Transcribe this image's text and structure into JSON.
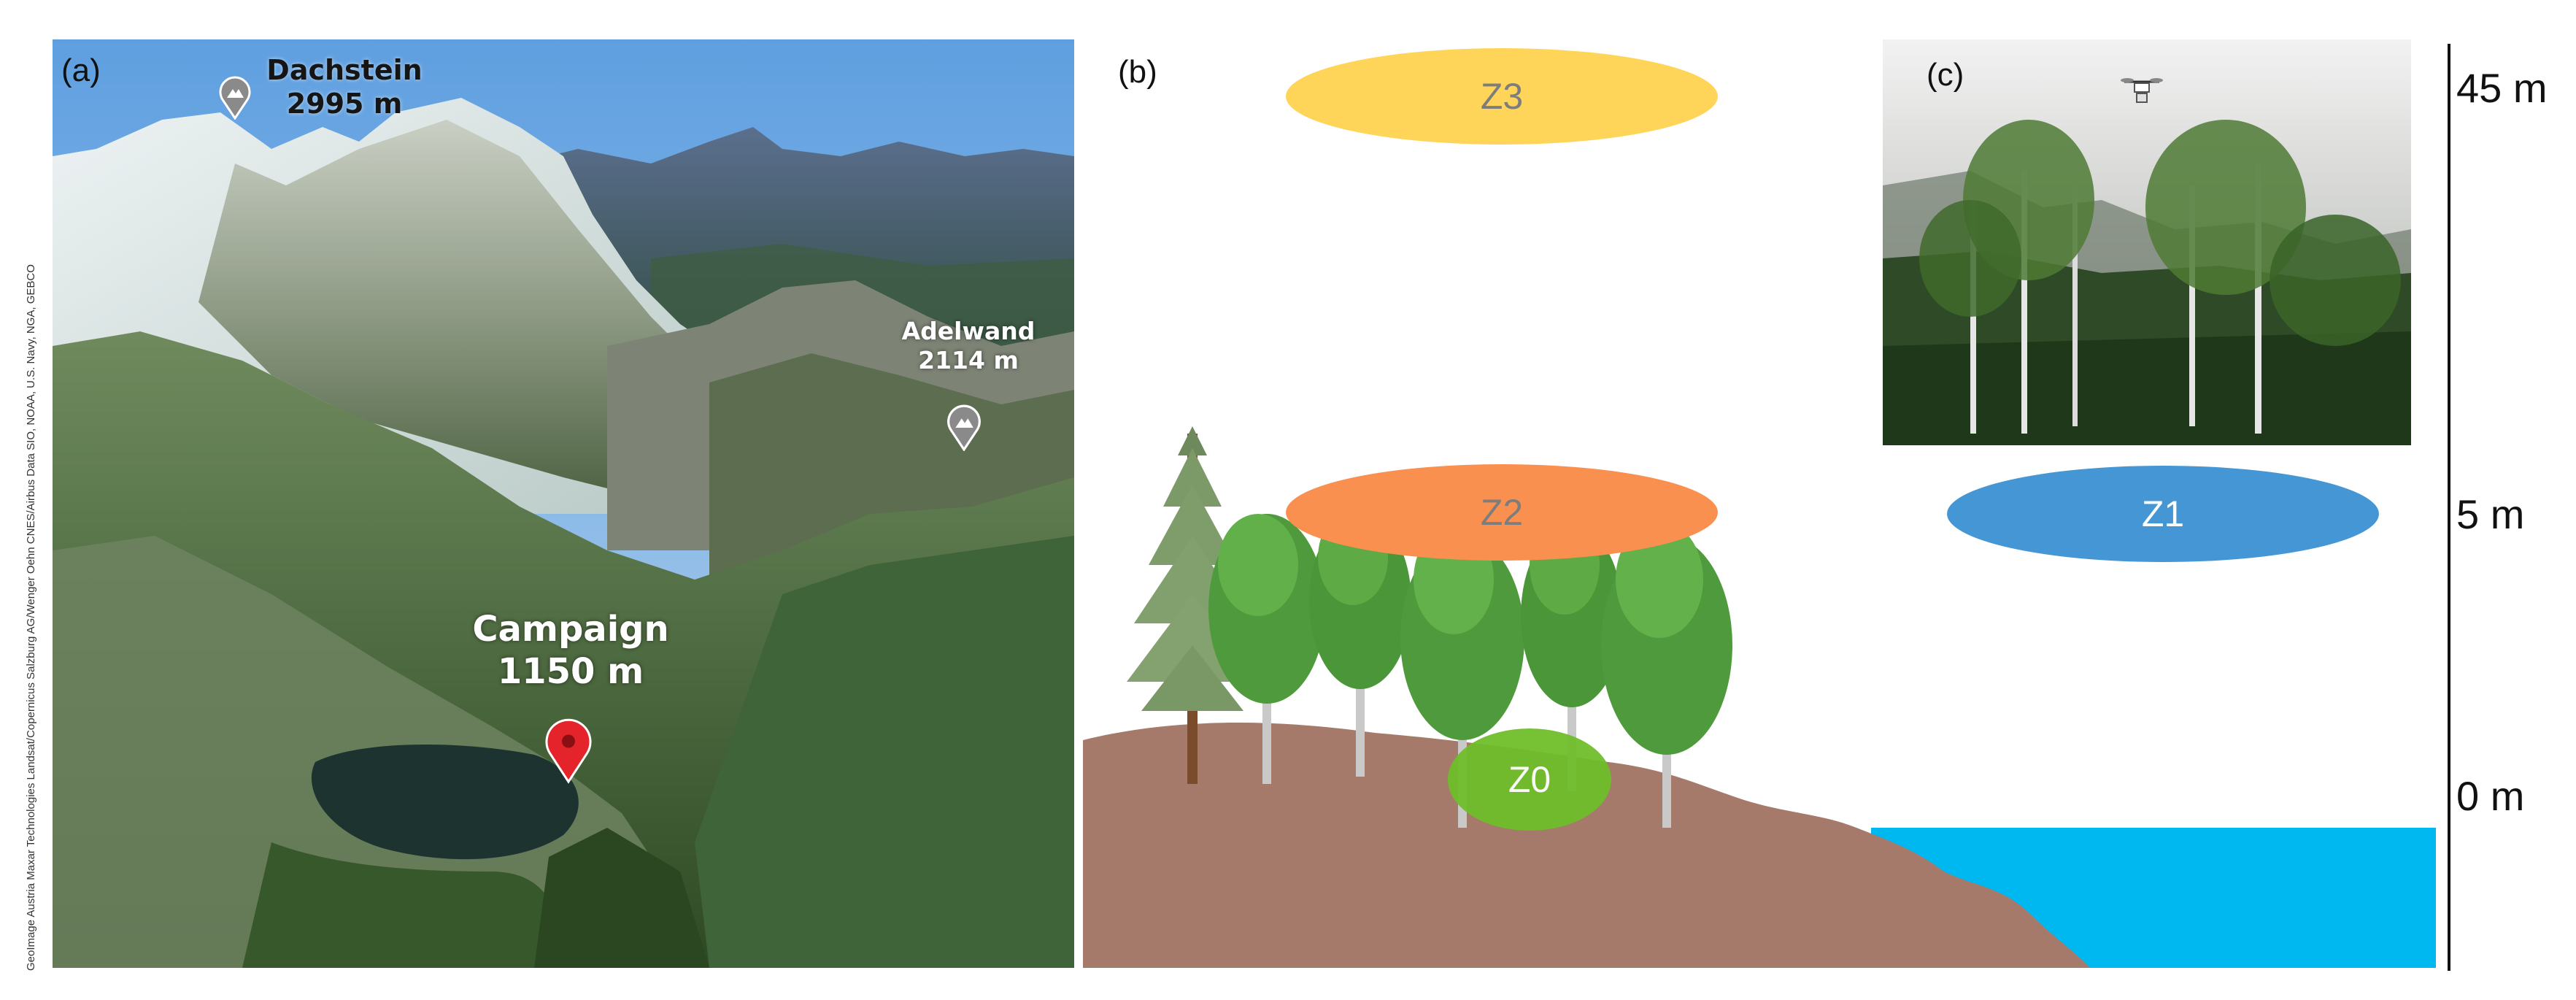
{
  "credit": "GeoImage Austria Maxar Technologies Landsat/Copernicus Salzburg AG/Wenger Oehn CNES/Airbus Data SIO, NOAA, U.S. Navy, NGA, GEBCO",
  "panel_a": {
    "label": "(a)",
    "peaks": [
      {
        "name": "Dachstein",
        "elevation": "2995 m"
      },
      {
        "name": "Adelwand",
        "elevation": "2114 m"
      }
    ],
    "site": {
      "name": "Campaign",
      "elevation": "1150 m"
    },
    "colors": {
      "sky": "#8fbce6",
      "forest": "#3d5a2c",
      "lake": "#1d3330",
      "pin": "#e4232b"
    }
  },
  "panel_b": {
    "label": "(b)",
    "zones": [
      {
        "id": "Z3",
        "color": "#ffd559"
      },
      {
        "id": "Z2",
        "color": "#f9904f"
      },
      {
        "id": "Z1",
        "color": "#4596d4"
      },
      {
        "id": "Z0",
        "color": "#6fbe2a"
      }
    ],
    "colors": {
      "ground": "#a57a6a",
      "water": "#00b8f0"
    }
  },
  "panel_c": {
    "label": "(c)"
  },
  "scale": {
    "ticks": [
      "45 m",
      "5 m",
      "0 m"
    ]
  }
}
